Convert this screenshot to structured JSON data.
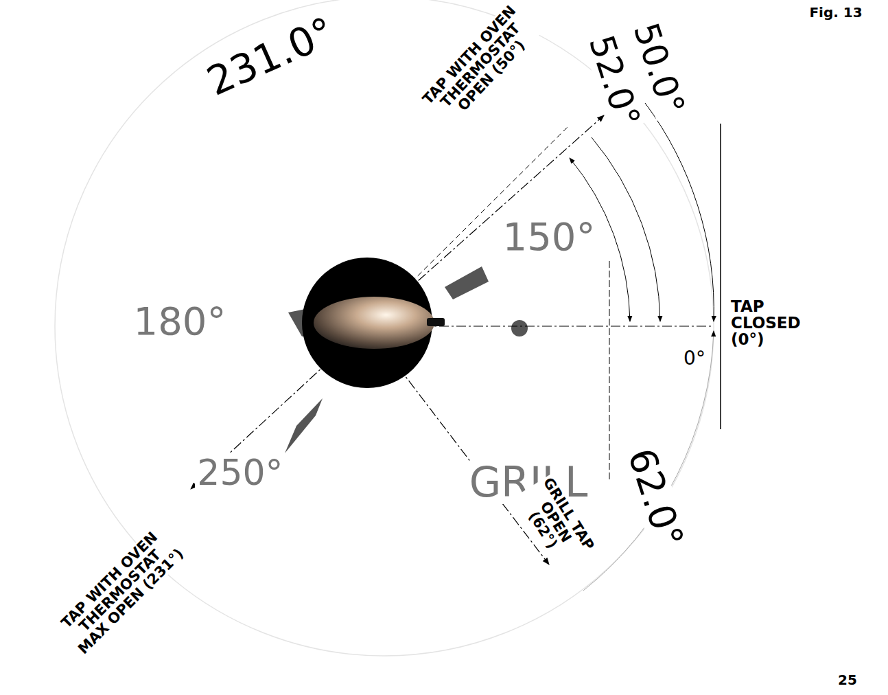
{
  "diagram": {
    "caption": "Fig. 13",
    "labels": [
      "231.0°",
      "TAP WITH OVEN THERMOSTAT OPEN (50°)",
      "50.0°",
      "52.0°",
      "150°",
      "180°",
      "TAP CLOSED (0°)",
      "0°",
      "250°",
      "GRILL",
      "62.0°",
      "TAP WITH OVEN THERMOSTAT MAX OPEN (231°)",
      "GRILL TAP OPEN (62°)",
      "25"
    ]
  }
}
